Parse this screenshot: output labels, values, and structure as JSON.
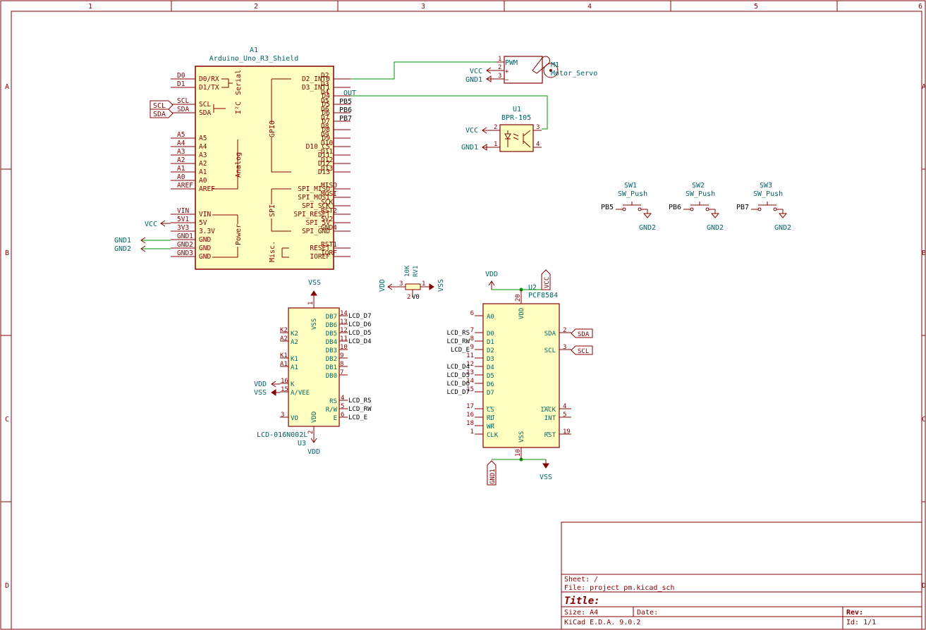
{
  "frame": {
    "col_labels": [
      "1",
      "2",
      "3",
      "4",
      "5",
      "6"
    ],
    "row_labels": [
      "A",
      "B",
      "C",
      "D"
    ]
  },
  "title_block": {
    "sheet": "Sheet: /",
    "file": "File: project pm.kicad_sch",
    "title": "Title:",
    "size": "Size: A4",
    "date": "Date:",
    "rev": "Rev:",
    "tool": "KiCad E.D.A. 9.0.2",
    "id": "Id: 1/1"
  },
  "colors": {
    "frame": "#840000",
    "body_fill": "#ffffc2",
    "wire": "#009600",
    "ref_text": "#006464",
    "pin_text": "#840000",
    "power": "#840000"
  },
  "a1": {
    "ref": "A1",
    "value": "Arduino_Uno_R3_Shield",
    "left_pins": [
      "D0/RX",
      "D1/TX",
      "SCL",
      "SDA",
      "A5",
      "A4",
      "A3",
      "A2",
      "A1",
      "A0",
      "AREF",
      "VIN",
      "5V",
      "3.3V",
      "GND",
      "GND",
      "GND"
    ],
    "left_nets": [
      "D0",
      "D1",
      "SCL",
      "SDA",
      "A5",
      "A4",
      "A3",
      "A2",
      "A1",
      "A0",
      "AREF",
      "VIN",
      "5V1",
      "3V3",
      "GND1",
      "GND2",
      "GND3"
    ],
    "right_pins": [
      "D2_INT0",
      "D3_INT1",
      "D4",
      "D5",
      "D6",
      "D7",
      "D8",
      "D9",
      "D10_CS",
      "D11",
      "D12",
      "D13",
      "SPI_MISO",
      "SPI_MOSI",
      "SPI_SCK",
      "SPI_RESET",
      "SPI_5V",
      "SPI_GND",
      "RESET",
      "IOREF"
    ],
    "right_nets": [
      "D2",
      "D3",
      "D4",
      "D5",
      "D6",
      "D7",
      "D8",
      "D9",
      "D10",
      "D11",
      "D12",
      "D13",
      "MISO",
      "MOSI",
      "SCK",
      "RST2",
      "5V2",
      "GND4",
      "RST1",
      "IORF"
    ],
    "groups": [
      "Serial",
      "I²C",
      "GPIO",
      "Analog",
      "SPI",
      "Power",
      "Misc."
    ]
  },
  "a1_ext": {
    "d4_label": "OUT",
    "d5_label": "PB5",
    "d6_label": "PB6",
    "d7_label": "PB7",
    "scl_glabel": "SCL",
    "sda_glabel": "SDA",
    "vcc": "VCC",
    "gnd1": "GND1",
    "gnd2": "GND2"
  },
  "m1": {
    "ref": "M1",
    "value": "Motor_Servo",
    "pin_names": [
      "PWM",
      "+",
      "−"
    ],
    "pin_nums": [
      "1",
      "2",
      "3"
    ],
    "vcc": "VCC",
    "gnd": "GND1"
  },
  "u1": {
    "ref": "U1",
    "value": "BPR-105",
    "pin_nums": [
      "2",
      "1",
      "3",
      "4"
    ],
    "vcc": "VCC",
    "gnd": "GND1"
  },
  "switches": [
    {
      "ref": "SW1",
      "value": "SW_Push",
      "net": "PB5",
      "gnd": "GND2"
    },
    {
      "ref": "SW2",
      "value": "SW_Push",
      "net": "PB6",
      "gnd": "GND2"
    },
    {
      "ref": "SW3",
      "value": "SW_Push",
      "net": "PB7",
      "gnd": "GND2"
    }
  ],
  "rv1": {
    "ref": "RV1",
    "value": "10K",
    "pin_nums": [
      "3",
      "1",
      "2"
    ],
    "left_power": "VDD",
    "right_power": "VSS",
    "wiper": "V0"
  },
  "u3": {
    "ref": "U3",
    "value": "LCD-016N002L",
    "top_power": "VSS",
    "bottom_power": "VDD",
    "top_pin": "VSS",
    "bottom_pin": "VDD",
    "top_num": "1",
    "bottom_num": "2",
    "db_pins": [
      "DB7",
      "DB6",
      "DB5",
      "DB4",
      "DB3",
      "DB2",
      "DB1",
      "DB0"
    ],
    "db_nums": [
      "14",
      "13",
      "12",
      "11",
      "10",
      "9",
      "8",
      "7"
    ],
    "db_nets": [
      "LCD_D7",
      "LCD_D6",
      "LCD_D5",
      "LCD_D4"
    ],
    "ctl_pins": [
      "RS",
      "R/W",
      "E"
    ],
    "ctl_nums": [
      "4",
      "5",
      "6"
    ],
    "ctl_nets": [
      "LCD_RS",
      "LCD_RW",
      "LCD_E"
    ],
    "left_pins": [
      "K2",
      "A2",
      "K1",
      "A1",
      "K",
      "A/VEE",
      "VO"
    ],
    "left_nets": [
      "K2",
      "A2",
      "K1",
      "A1"
    ],
    "left_nums": [
      "16",
      "15",
      "3"
    ],
    "vdd": "VDD",
    "vss": "VSS"
  },
  "u2": {
    "ref": "U2",
    "value": "PCF8584",
    "vdd_label": "VDD",
    "vcc_label": "VCC",
    "gnd_label": "GND1",
    "vss_label": "VSS",
    "top_pin": "VDD",
    "bottom_pin": "VSS",
    "top_num": "20",
    "bottom_num": "10",
    "left_pins": [
      "A0",
      "D0",
      "D1",
      "D2",
      "D3",
      "D4",
      "D5",
      "D6",
      "D7",
      "CS",
      "RD",
      "WR",
      "CLK"
    ],
    "left_nums": [
      "6",
      "7",
      "8",
      "9",
      "11",
      "12",
      "13",
      "14",
      "15",
      "17",
      "16",
      "18",
      "1"
    ],
    "left_nets": [
      "",
      "LCD_RS",
      "LCD_RW",
      "LCD_E",
      "",
      "LCD_D4",
      "LCD_D5",
      "LCD_D6",
      "LCD_D7"
    ],
    "right_pins": [
      "SDA",
      "SCL",
      "IACK",
      "INT",
      "RST"
    ],
    "right_nums": [
      "2",
      "3",
      "4",
      "5",
      "19"
    ],
    "sda_glabel": "SDA",
    "scl_glabel": "SCL"
  }
}
